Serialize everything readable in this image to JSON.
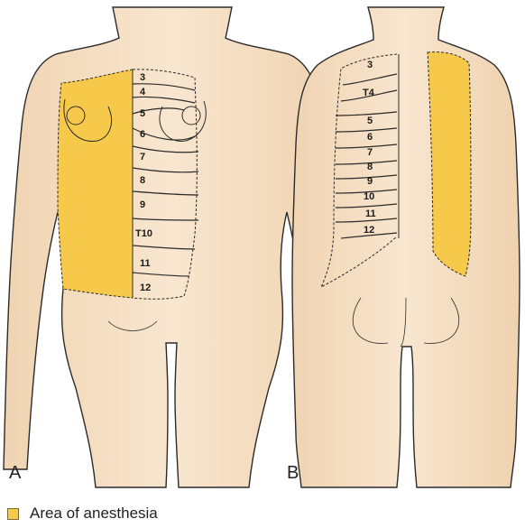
{
  "panels": [
    {
      "letter": "A",
      "dermatomes": [
        "3",
        "4",
        "5",
        "6",
        "7",
        "8",
        "9",
        "T10",
        "11",
        "12"
      ]
    },
    {
      "letter": "B",
      "dermatomes": [
        "3",
        "T4",
        "5",
        "6",
        "7",
        "8",
        "9",
        "10",
        "11",
        "12"
      ]
    }
  ],
  "legend": {
    "label": "Area of anesthesia"
  },
  "colors": {
    "skin": "#f6e1c6",
    "skin_shade": "#eccfae",
    "anesthesia": "#f7c94a",
    "outline": "#2b2b2b"
  }
}
